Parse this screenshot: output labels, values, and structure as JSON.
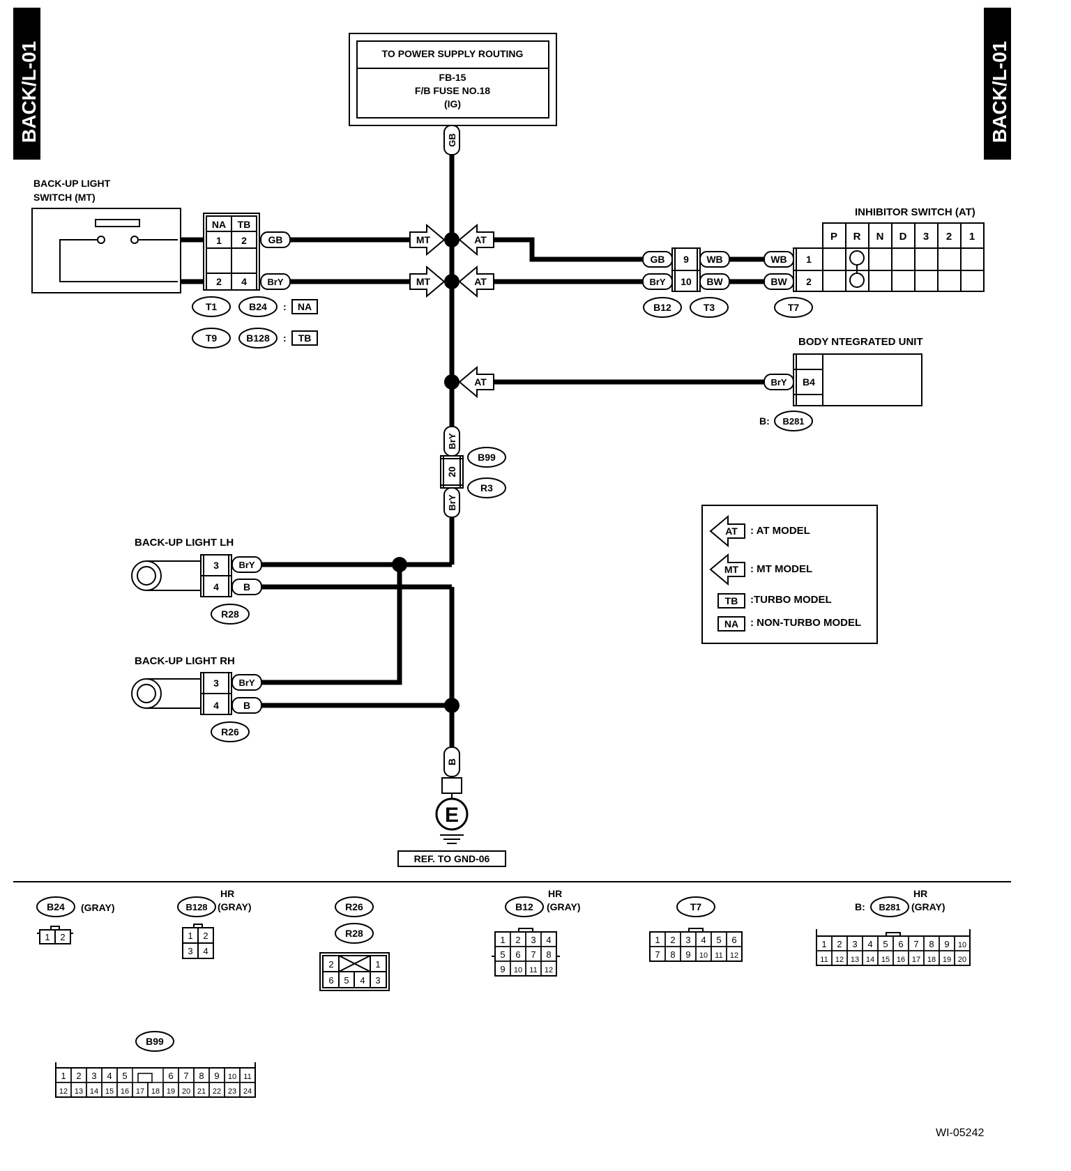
{
  "side_tabs": {
    "left": "BACK/L-01",
    "right": "BACK/L-01"
  },
  "power_box": {
    "title": "TO POWER SUPPLY ROUTING",
    "line1": "FB-15",
    "line2": "F/B FUSE NO.18",
    "line3": "(IG)"
  },
  "wires": {
    "gb": "GB",
    "bry": "BrY",
    "wb": "WB",
    "bw": "BW",
    "b": "B"
  },
  "backup_switch": {
    "label_line1": "BACK-UP LIGHT",
    "label_line2": "SWITCH (MT)",
    "col_na": "NA",
    "col_tb": "TB",
    "pins": [
      "1",
      "2",
      "2",
      "4"
    ],
    "connectors": [
      "T1",
      "B24",
      "T9",
      "B128"
    ],
    "sep": ":",
    "tag_na": "NA",
    "tag_tb": "TB"
  },
  "junction_tags": {
    "mt": "MT",
    "at": "AT"
  },
  "inhibitor": {
    "title": "INHIBITOR SWITCH (AT)",
    "positions": [
      "P",
      "R",
      "N",
      "D",
      "3",
      "2",
      "1"
    ],
    "pins": [
      "1",
      "2"
    ]
  },
  "b12_t3": {
    "pins": [
      "9",
      "10"
    ],
    "connectors": [
      "B12",
      "T3"
    ]
  },
  "t7": {
    "connector": "T7"
  },
  "body_unit": {
    "title": "BODY NTEGRATED UNIT",
    "pin": "B4",
    "prefix": "B:",
    "connector": "B281"
  },
  "b99_r3": {
    "pin": "20",
    "connectors": [
      "B99",
      "R3"
    ]
  },
  "backup_lh": {
    "label": "BACK-UP LIGHT LH",
    "pins": [
      "3",
      "4"
    ],
    "connector": "R28"
  },
  "backup_rh": {
    "label": "BACK-UP LIGHT RH",
    "pins": [
      "3",
      "4"
    ],
    "connector": "R26"
  },
  "ground": {
    "symbol": "E",
    "ref": "REF. TO GND-06"
  },
  "legend": {
    "at_tag": "AT",
    "at_text": ": AT MODEL",
    "mt_tag": "MT",
    "mt_text": ": MT MODEL",
    "tb_tag": "TB",
    "tb_text": ":TURBO MODEL",
    "na_tag": "NA",
    "na_text": ": NON-TURBO MODEL"
  },
  "connector_views": {
    "b24": {
      "name": "B24",
      "color": "(GRAY)",
      "pins": [
        "1",
        "2"
      ]
    },
    "b128": {
      "name": "B128",
      "hr": "HR",
      "color": "(GRAY)",
      "pins": [
        "1",
        "2",
        "3",
        "4"
      ]
    },
    "r26r28": {
      "names": [
        "R26",
        "R28"
      ],
      "pins_top": [
        "2",
        "1"
      ],
      "pins_bottom": [
        "6",
        "5",
        "4",
        "3"
      ]
    },
    "b12": {
      "name": "B12",
      "hr": "HR",
      "color": "(GRAY)",
      "rows": [
        [
          "1",
          "2",
          "3",
          "4"
        ],
        [
          "5",
          "6",
          "7",
          "8"
        ],
        [
          "9",
          "10",
          "11",
          "12"
        ]
      ]
    },
    "t7": {
      "name": "T7",
      "rows": [
        [
          "1",
          "2",
          "3",
          "4",
          "5",
          "6"
        ],
        [
          "7",
          "8",
          "9",
          "10",
          "11",
          "12"
        ]
      ]
    },
    "b281": {
      "prefix": "B:",
      "name": "B281",
      "hr": "HR",
      "color": "(GRAY)",
      "rows": [
        [
          "1",
          "2",
          "3",
          "4",
          "5",
          "6",
          "7",
          "8",
          "9",
          "10"
        ],
        [
          "11",
          "12",
          "13",
          "14",
          "15",
          "16",
          "17",
          "18",
          "19",
          "20"
        ]
      ]
    },
    "b99": {
      "name": "B99",
      "row1": [
        "1",
        "2",
        "3",
        "4",
        "5",
        "",
        "6",
        "7",
        "8",
        "9",
        "10",
        "11"
      ],
      "row2": [
        "12",
        "13",
        "14",
        "15",
        "16",
        "17",
        "18",
        "19",
        "20",
        "21",
        "22",
        "23",
        "24"
      ]
    }
  },
  "code": "WI-05242"
}
